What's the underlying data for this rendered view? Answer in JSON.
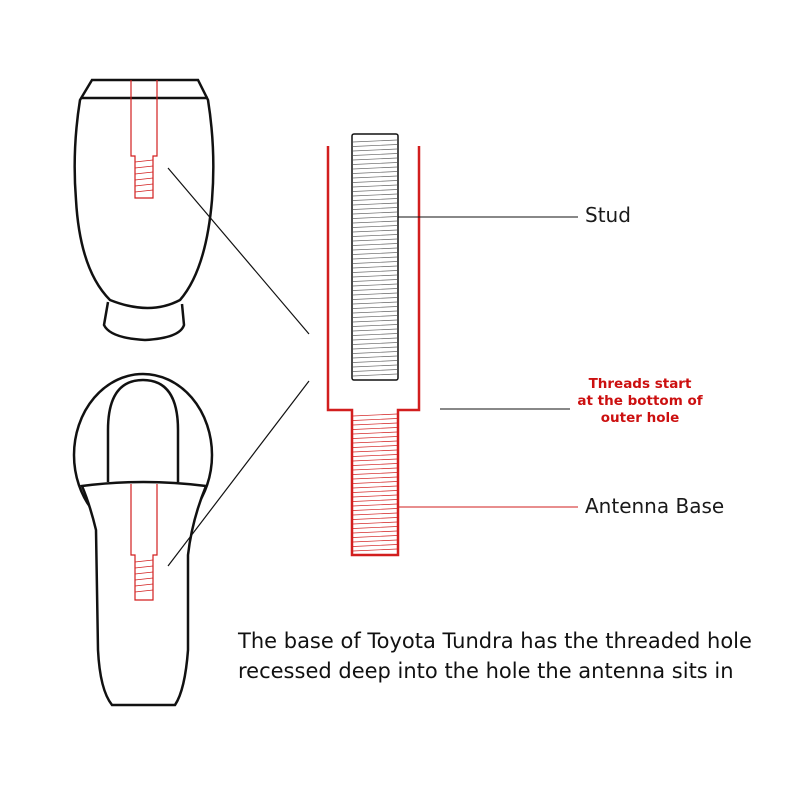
{
  "labels": {
    "stud": "Stud",
    "antenna_base": "Antenna Base",
    "threads_note": [
      "Threads start",
      "at the bottom of",
      "outer hole"
    ]
  },
  "caption": {
    "line1": "The base of Toyota Tundra has the threaded hole",
    "line2": "recessed deep into the hole the antenna sits in"
  },
  "colors": {
    "outline": "#111111",
    "highlight": "#d21e1e",
    "note": "#cc1010"
  }
}
